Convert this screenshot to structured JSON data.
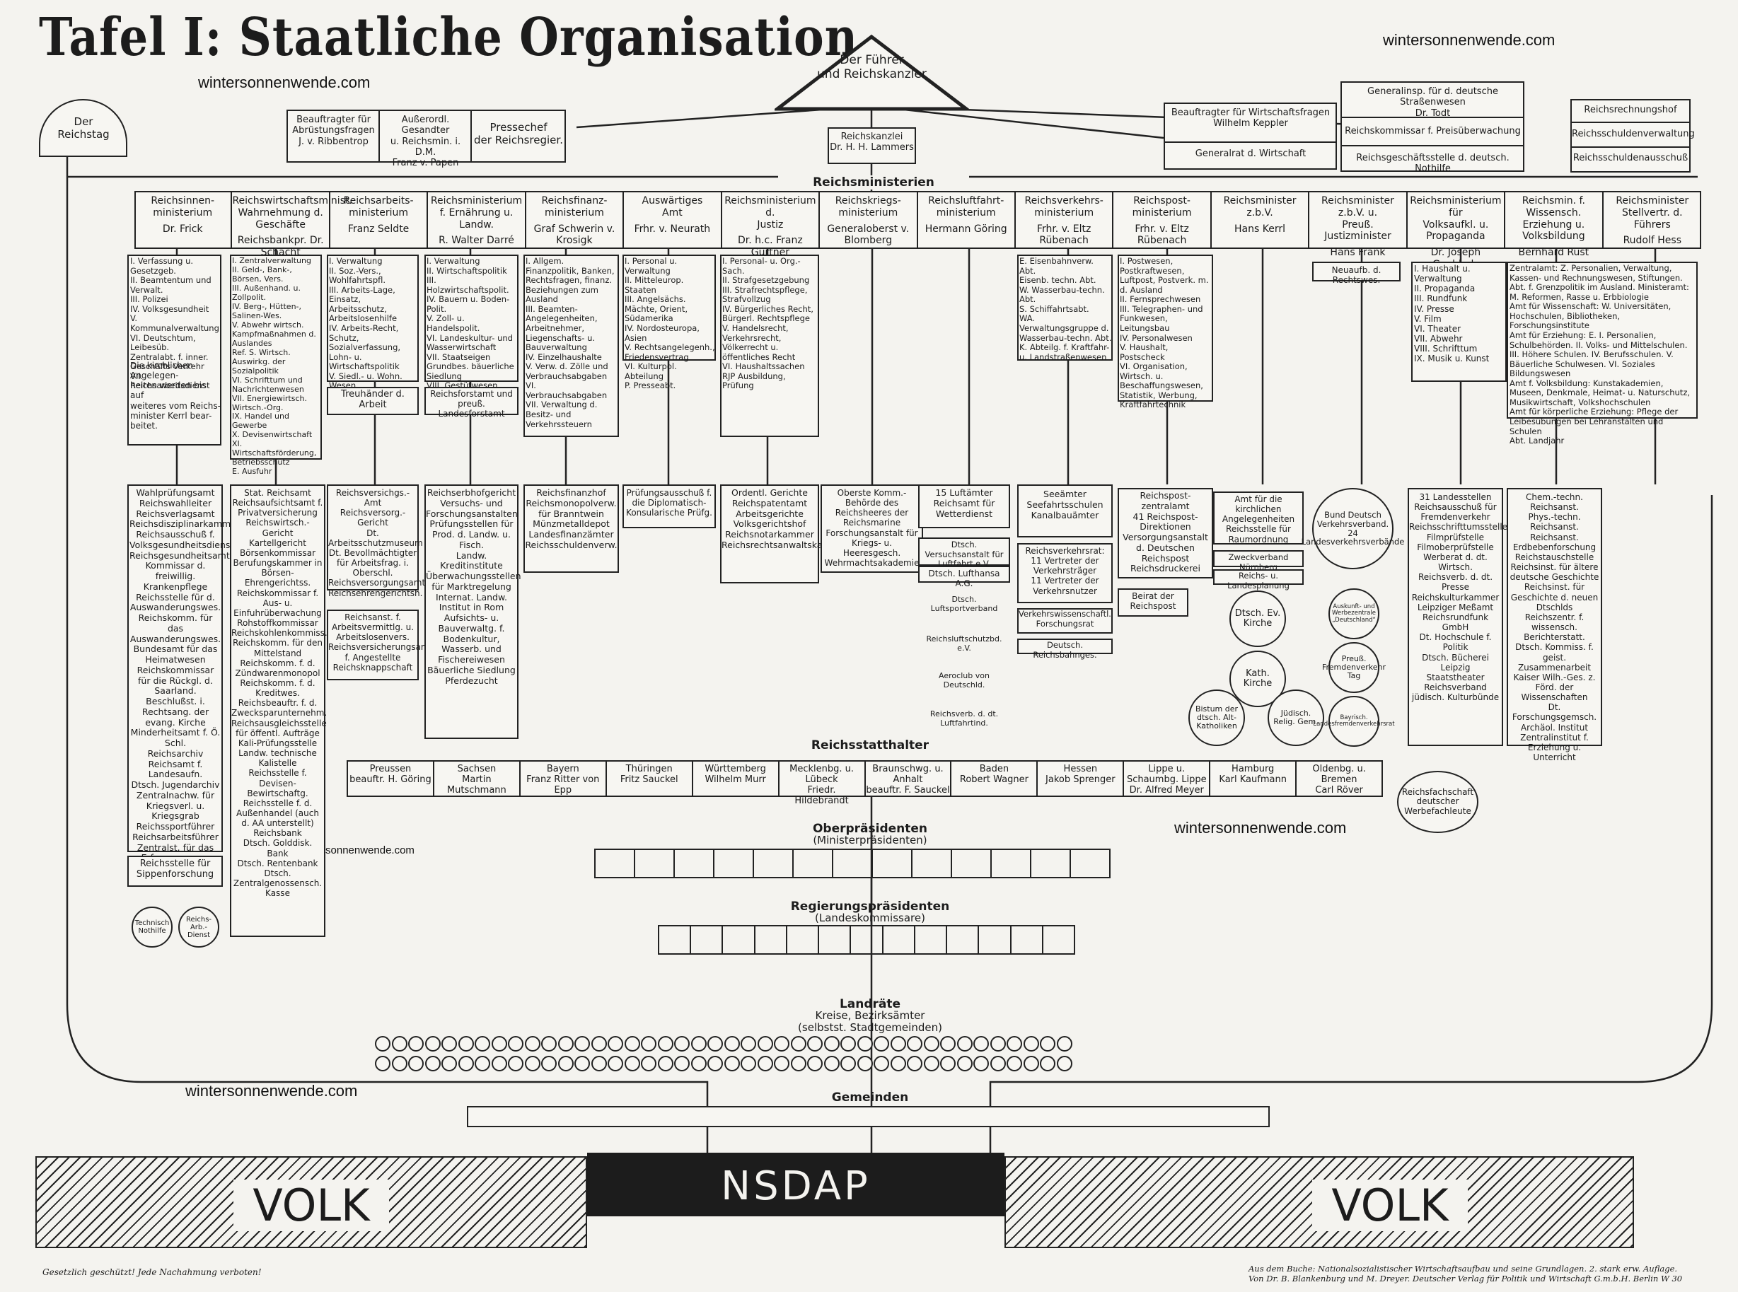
{
  "title": "Tafel I: Staatliche Organisation",
  "watermark": "wintersonnenwende.com",
  "fuehrer": "Der Führer\nund Reichskanzler",
  "reichstag": "Der\nReichstag",
  "top_left": {
    "ribbentrop": "Beauftragter für\nAbrüstungsfragen\nJ. v. Ribbentrop",
    "papen": "Außerordl. Gesandter\nu. Reichsmin. i. D.M.\nFranz v. Papen",
    "presse": "Pressechef\nder Reichsregier."
  },
  "reichskanzlei": "Reichskanzlei\nDr. H. H. Lammers",
  "top_right": {
    "keppler": "Beauftragter für Wirtschaftsfragen\nWilhelm Keppler",
    "generalrat": "Generalrat d. Wirtschaft",
    "todt": "Generalinsp. für d. deutsche Straßenwesen\nDr. Todt",
    "preis": "Reichskommissar f. Preisüberwachung",
    "nothilfe": "Reichsgeschäftsstelle d. deutsch. Nothilfe",
    "rechnungshof": "Reichsrechnungshof",
    "schuldenverwaltung": "Reichsschuldenverwaltung",
    "schuldenausschuss": "Reichsschuldenausschuß"
  },
  "reichsministerien_label": "Reichsministerien",
  "ministries": [
    {
      "name": "Reichsinnen-\nministerium",
      "head": "Dr. Frick"
    },
    {
      "name": "Reichswirtschaftsminist.\nWahrnehmung d. Geschäfte",
      "head": "Reichsbankpr. Dr. Schacht"
    },
    {
      "name": "Reichsarbeits-\nministerium",
      "head": "Franz Seldte"
    },
    {
      "name": "Reichsministerium\nf. Ernährung u. Landw.",
      "head": "R. Walter Darré"
    },
    {
      "name": "Reichsfinanz-\nministerium",
      "head": "Graf Schwerin v. Krosigk"
    },
    {
      "name": "Auswärtiges\nAmt",
      "head": "Frhr. v. Neurath"
    },
    {
      "name": "Reichsministerium d.\nJustiz",
      "head": "Dr. h.c. Franz Gürtner"
    },
    {
      "name": "Reichskriegs-\nministerium",
      "head": "Generaloberst v. Blomberg"
    },
    {
      "name": "Reichsluftfahrt-\nministerium",
      "head": "Hermann Göring"
    },
    {
      "name": "Reichsverkehrs-\nministerium",
      "head": "Frhr. v. Eltz Rübenach"
    },
    {
      "name": "Reichspost-\nministerium",
      "head": "Frhr. v. Eltz Rübenach"
    },
    {
      "name": "Reichsminister z.b.V.",
      "head": "Hans Kerrl"
    },
    {
      "name": "Reichsminister z.b.V. u.\nPreuß. Justizminister",
      "head": "Hans Frank"
    },
    {
      "name": "Reichsministerium für\nVolksaufkl. u. Propaganda",
      "head": "Dr. Joseph Goebbels"
    },
    {
      "name": "Reichsmin. f. Wissensch.\nErziehung u. Volksbildung",
      "head": "Bernhard Rust"
    },
    {
      "name": "Reichsminister\nStellvertr. d. Führers",
      "head": "Rudolf Hess"
    }
  ],
  "departments": {
    "innen": "I. Verfassung u. Gesetzgeb.\nII. Beamtentum und Verwalt.\nIII. Polizei\nIV. Volksgesundheit\nV. Kommunalverwaltung\nVI. Deutschtum, Leibesüb.\nZentralabt. f. inner. Geschäfts Verkehr\nVII. Reichsarbeitsdienst",
    "innen_note": "Die kirchlichen Angelegen-\nheiten werden bis auf\nweiteres vom Reichs-\nminister Kerrl bear-\nbeitet.",
    "wirtschaft": "I. Zentralverwaltung\nII. Geld-, Bank-, Börsen, Vers.\nIII. Außenhand. u. Zollpolit.\nIV. Berg-, Hütten-, Salinen-Wes.\nV. Abwehr wirtsch. Kampfmaßnahmen d. Auslandes\nRef. S. Wirtsch. Auswirkg. der Sozialpolitik\nVI. Schrifttum und Nachrichtenwesen\nVII. Energiewirtsch. Wirtsch.-Org.\nIX. Handel und Gewerbe\nX. Devisenwirtschaft\nXI. Wirtschaftsförderung, Betriebsschutz\nE. Ausfuhr",
    "arbeit": "I. Verwaltung\nII. Soz.-Vers., Wohlfahrtspfl.\nIII. Arbeits-Lage, Einsatz, Arbeitsschutz, Arbeitslosenhilfe\nIV. Arbeits-Recht, Schutz, Sozialverfassung, Lohn- u. Wirtschaftspolitik\nV. Siedl.- u. Wohn. Wesen",
    "arbeit_sub": "Treuhänder d.\nArbeit",
    "ernaehrung": "I. Verwaltung\nII. Wirtschaftspolitik\nIII. Holzwirtschaftspolit.\nIV. Bauern u. Boden-Polit.\nV. Zoll- u. Handelspolit.\nVI. Landeskultur- und Wasserwirtschaft\nVII. Staatseigen Grundbes. bäuerliche Siedlung\nVIII. Gestütwesen",
    "ernaehrung_sub": "Reichsforstamt und\npreuß. Landesforstamt",
    "finanz": "I. Allgem. Finanzpolitik, Banken, Rechtsfragen, finanz. Beziehungen zum Ausland\nIII. Beamten-Angelegenheiten, Arbeitnehmer, Liegenschafts- u. Bauverwaltung\nIV. Einzelhaushalte\nV. Verw. d. Zölle und Verbrauchsabgaben\nVI. Verbrauchsabgaben\nVII. Verwaltung d. Besitz- und Verkehrssteuern",
    "auswaertig": "I. Personal u. Verwaltung\nII. Mitteleurop. Staaten\nIII. Angelsächs. Mächte, Orient, Südamerika\nIV. Nordosteuropa, Asien\nV. Rechtsangelegenh., Friedensvertrag\nVI. Kulturpol. Abteilung\nP. Presseabt.",
    "justiz": "I. Personal- u. Org.-Sach.\nII. Strafgesetzgebung\nIII. Strafrechtspflege, Strafvollzug\nIV. Bürgerliches Recht, Bürgerl. Rechtspflege\nV. Handelsrecht, Verkehrsrecht, Völkerrecht u. öffentliches Recht\nVI. Haushaltssachen\nRJP Ausbildung, Prüfung",
    "verkehr": "E. Eisenbahnverw. Abt.\nEisenb. techn. Abt.\nW. Wasserbau-techn. Abt.\nS. Schiffahrtsabt.\nWA. Verwaltungsgruppe d. Wasserbau-techn. Abt.\nK. Abteilg. f. Kraftfahr- u. Landstraßenwesen",
    "post": "I. Postwesen, Postkraftwesen, Luftpost, Postverk. m. d. Ausland\nII. Fernsprechwesen\nIII. Telegraphen- und Funkwesen, Leitungsbau\nIV. Personalwesen\nV. Haushalt, Postscheck\nVI. Organisation, Wirtsch. u. Beschaffungswesen, Statistik, Werbung, Kraftfahrtechnik",
    "kerrl": "Neuaufb. d. Rechtswes.",
    "propaganda": "I. Haushalt u. Verwaltung\nII. Propaganda\nIII. Rundfunk\nIV. Presse\nV. Film\nVI. Theater\nVII. Abwehr\nVIII. Schrifttum\nIX. Musik u. Kunst",
    "rust": "Zentralamt: Z. Personalien, Verwaltung, Kassen- und Rechnungswesen, Stiftungen. Abt. f. Grenzpolitik im Ausland. Ministeramt: M. Reformen, Rasse u. Erbbiologie\nAmt für Wissenschaft: W. Universitäten, Hochschulen, Bibliotheken, Forschungsinstitute\nAmt für Erziehung: E. I. Personalien, Schulbehörden. II. Volks- und Mittelschulen. III. Höhere Schulen. IV. Berufsschulen. V. Bäuerliche Schulwesen. VI. Soziales Bildungswesen\nAmt f. Volksbildung: Kunstakademien, Museen, Denkmale, Heimat- u. Naturschutz, Musikwirtschaft, Volkshochschulen\nAmt für körperliche Erziehung: Pflege der Leibesübungen bei Lehranstalten und Schulen\nAbt. Landjahr"
  },
  "agencies": {
    "innen": "Wahlprüfungsamt\nReichswahlleiter\nReichsverlagsamt\nReichsdisziplinarkammer\nReichsausschuß f. Volksgesundheitsdienst\nReichsgesundheitsamt\nKommissar d. freiwillig. Krankenpflege\nReichsstelle für d. Auswanderungswes.\nReichskomm. für das Auswanderungswes.\nBundesamt für das Heimatwesen\nReichskommissar für die Rückgl. d. Saarland.\nBeschlußst. i. Rechtsang. der evang. Kirche\nMinderheitsamt f. Ö. Schl.\nReichsarchiv\nReichsamt f. Landesaufn.\nDtsch. Jugendarchiv\nZentralnachw. für Kriegsverl. u. Kriegsgrab\nReichssportführer\nReichsarbeitsführer\nZentralst. für das Erfassungswes. (Wehrdienst)",
    "innen_sippen": "Reichsstelle für\nSippenforschung",
    "wirtschaft": "Stat. Reichsamt\nReichsaufsichtsamt f. Privatversicherung\nReichswirtsch.-Gericht\nKartellgericht\nBörsenkommissar\nBerufungskammer in Börsen-Ehrengerichtss.\nReichskommissar f. Aus- u. Einfuhrüberwachung\nRohstoffkommissar\nReichskohlenkommiss.\nReichskomm. für den Mittelstand\nReichskomm. f. d. Zündwarenmonopol\nReichskomm. f. d. Kreditwes.\nReichsbeauftr. f. d. Zwecksparunternehm.\nReichsausgleichsstelle für öffentl. Aufträge\nKali-Prüfungsstelle\nLandw. technische Kalistelle\nReichsstelle f. Devisen-Bewirtschaftg.\nReichsstelle f. d. Außenhandel (auch d. AA unterstellt)\nReichsbank\nDtsch. Golddisk. Bank\nDtsch. Rentenbank\nDtsch. Zentralgenossensch. Kasse",
    "arbeit": "Reichsversichgs.-Amt\nReichsversorg.-Gericht\nDt. Arbeitsschutzmuseum\nDt. Bevollmächtigter für Arbeitsfrag. i. Oberschl.\nReichsversorgungsamt\nReichsehrengerichtsh.",
    "arbeit2": "Reichsanst. f. Arbeitsvermittlg. u. Arbeitslosenvers.\nReichsversicherungsanstalt f. Angestellte\nReichsknappschaft",
    "ernaehrung": "Reichserbhofgericht\nVersuchs- und Forschungsanstalten\nPrüfungsstellen für Prod. d. Landw. u. Fisch.\nLandw. Kreditinstitute\nÜberwachungsstellen für Marktregelung\nInternat. Landw. Institut in Rom\nAufsichts- u. Bauverwaltg. f. Bodenkultur, Wasserb. und Fischereiwesen\nBäuerliche Siedlung\nPferdezucht",
    "finanz": "Reichsfinanzhof\nReichsmonopolverw. für Branntwein\nMünzmetalldepot\nLandesfinanzämter\nReichsschuldenverw.",
    "auswaertig": "Prüfungsausschuß f. die Diplomatisch-Konsularische Prüfg.",
    "justiz": "Ordentl. Gerichte\nReichspatentamt\nArbeitsgerichte\nVolksgerichtshof\nReichsnotarkammer\nReichsrechtsanwaltskammer",
    "krieg": "Oberste Komm.-Behörde des Reichsheeres der Reichsmarine\nForschungsanstalt für Kriegs- u. Heeresgesch.\nWehrmachtsakademie",
    "luft": "15 Luftämter\nReichsamt für Wetterdienst",
    "luft2": "Dtsch. Versuchsanstalt für Luftfahrt e.V.",
    "luft3": "Dtsch. Lufthansa A.G.",
    "luft_list": [
      "Dtsch. Luftsportverband",
      "Reichsluftschutzbd. e.V.",
      "Aeroclub von Deutschld.",
      "Reichsverb. d. dt. Luftfahrtind."
    ],
    "verkehr": "Seeämter\nSeefahrtsschulen\nKanalbauämter",
    "verkehr2": "Reichsverkehrsrat:\n11 Vertreter der Verkehrsträger\n11 Vertreter der Verkehrsnutzer",
    "verkehr3": "Verkehrswissenschaftl. Forschungsrat",
    "verkehr4": "Deutsch. Reichsbahnges.",
    "post": "Reichspost-\nzentralamt\n41 Reichspost-\nDirektionen\nVersorgungsanstalt d. Deutschen Reichspost\nReichsdruckerei",
    "post2": "Beirat der\nReichspost",
    "kerrl": "Amt für die kirchlichen Angelegenheiten\nReichsstelle für Raumordnung",
    "kerrl2": "Zweckverband Nürnberg",
    "kerrl3": "Reichs- u. Landesplanung",
    "frank": "Bund Deutsch Verkehrsverband.\n24 Landesverkehrsverbände",
    "frank_c1": "Auskunft- und Werbezentrale „Deutschland“",
    "frank_c2": "Preuß. Fremdenverkehr Tag",
    "frank_c3": "Bayrisch. Landesfremdenverkehrsrat",
    "church_ev": "Dtsch. Ev.\nKirche",
    "church_kath": "Kath.\nKirche",
    "church_bistum": "Bistum der\ndtsch. Alt-\nKatholiken",
    "church_jued": "Jüdisch.\nRelig. Gem.",
    "propaganda": "31 Landesstellen\nReichsausschuß für Fremdenverkehr\nReichsschrifttumsstelle\nFilmprüfstelle\nFilmoberprüfstelle\nWerberat d. dt. Wirtsch.\nReichsverb. d. dt. Presse\nReichskulturkammer\nLeipziger Meßamt\nReichsrundfunk GmbH\nDt. Hochschule f. Politik\nDtsch. Bücherei Leipzig\nStaatstheater\nReichsverband jüdisch. Kulturbünde",
    "propaganda2": "Reichsfachschaft deutscher Werbefachleute",
    "rust": "Chem.-techn. Reichsanst.\nPhys.-techn. Reichsanst.\nReichsanst. Erdbebenforschung\nReichstauschstelle\nReichsinst. für ältere deutsche Geschichte\nReichsinst. für Geschichte d. neuen Dtschlds\nReichszentr. f. wissensch. Berichterstatt.\nDtsch. Kommiss. f. geist. Zusammenarbeit\nKaiser Wilh.-Ges. z. Förd. der Wissenschaften\nDt. Forschungsgemsch.\nArchäol. Institut\nZentralinstitut f. Erziehung u. Unterricht",
    "bottom_left1": "Technisch\nNothilfe",
    "bottom_left2": "Reichs-Arb.-\nDienst"
  },
  "statthalter_label": "Reichsstatthalter",
  "statthalter": [
    "Preussen\nbeauftr. H. Göring",
    "Sachsen\nMartin Mutschmann",
    "Bayern\nFranz Ritter von Epp",
    "Thüringen\nFritz Sauckel",
    "Württemberg\nWilhelm Murr",
    "Mecklenbg. u. Lübeck\nFriedr. Hildebrandt",
    "Braunschwg. u. Anhalt\nbeauftr. F. Sauckel",
    "Baden\nRobert Wagner",
    "Hessen\nJakob Sprenger",
    "Lippe u. Schaumbg. Lippe\nDr. Alfred Meyer",
    "Hamburg\nKarl Kaufmann",
    "Oldenbg. u. Bremen\nCarl Röver"
  ],
  "oberpraesidenten": "Oberpräsidenten",
  "oberpraesidenten_sub": "(Ministerpräsidenten)",
  "regierungspraesidenten": "Regierungspräsidenten",
  "regierungspraesidenten_sub": "(Landeskommissare)",
  "landraete": "Landräte",
  "landraete_sub1": "Kreise, Bezirksämter",
  "landraete_sub2": "(selbstst. Stadtgemeinden)",
  "gemeinden": "Gemeinden",
  "volk": "VOLK",
  "nsdap": "NSDAP",
  "footer_left": "Gesetzlich geschützt! Jede Nachahmung verboten!",
  "footer_right": "Aus dem Buche: Nationalsozialistischer Wirtschaftsaufbau und seine Grundlagen. 2. stark erw. Auflage.\nVon Dr. B. Blankenburg und M. Dreyer. Deutscher Verlag für Politik und Wirtschaft G.m.b.H. Berlin W 30"
}
